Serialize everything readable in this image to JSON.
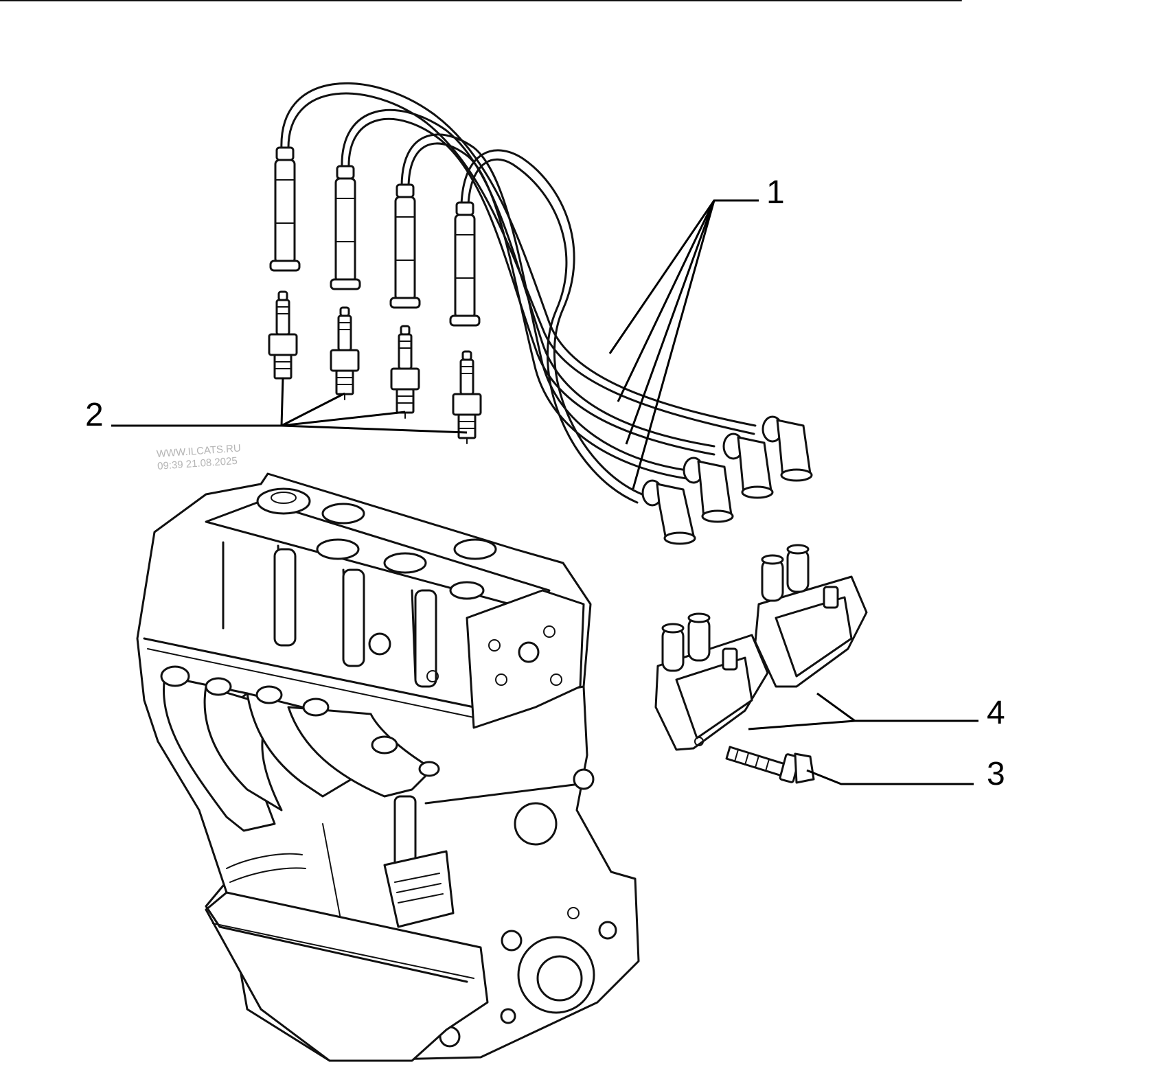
{
  "callouts": [
    {
      "id": "1",
      "label": "1"
    },
    {
      "id": "2",
      "label": "2"
    },
    {
      "id": "3",
      "label": "3"
    },
    {
      "id": "4",
      "label": "4"
    }
  ],
  "watermark": {
    "line1": "WWW.ILCATS.RU",
    "line2": "09:39 21.08.2025"
  },
  "colors": {
    "line": "#111111",
    "background": "#ffffff",
    "watermark": "#b5b5b5"
  }
}
